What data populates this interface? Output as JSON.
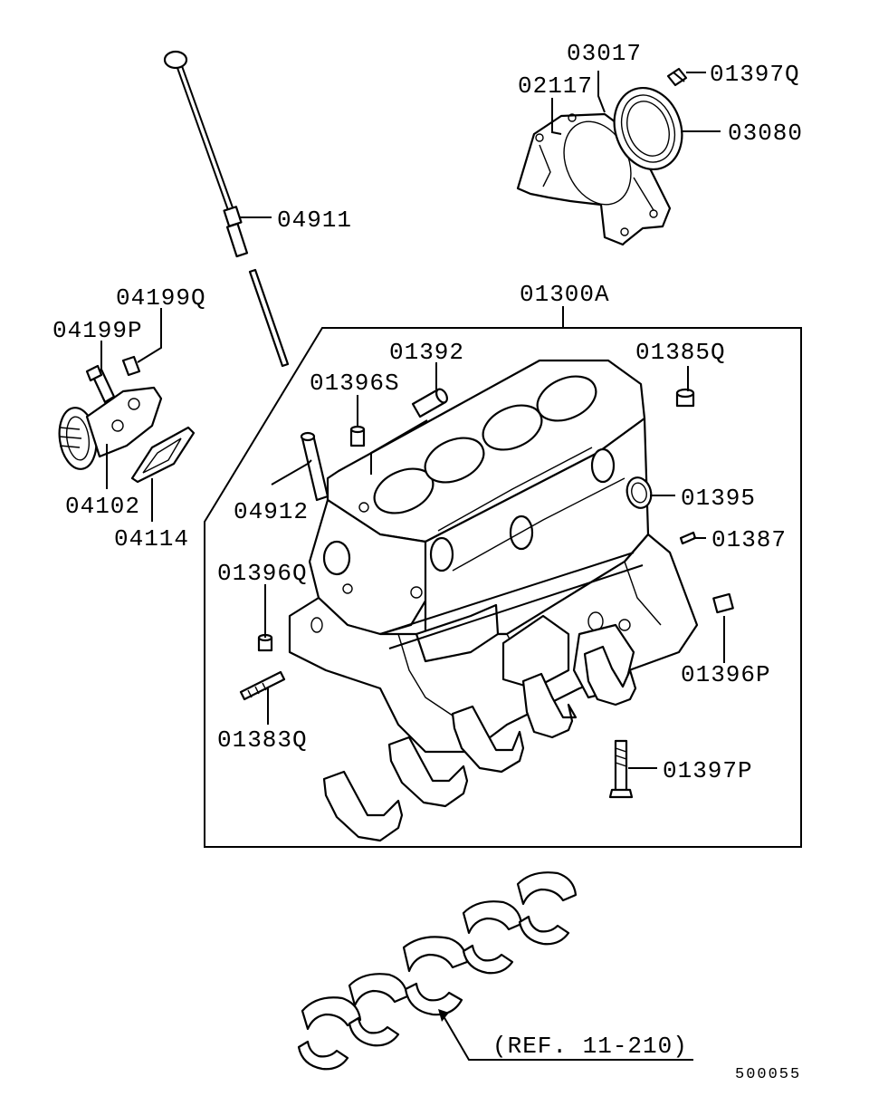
{
  "diagram": {
    "labels": {
      "p03017": "03017",
      "p01397Q": "01397Q",
      "p02117": "02117",
      "p03080": "03080",
      "p04911": "04911",
      "p04199Q": "04199Q",
      "p04199P": "04199P",
      "p01300A": "01300A",
      "p01392": "01392",
      "p01385Q": "01385Q",
      "p01396S": "01396S",
      "p04102": "04102",
      "p04114": "04114",
      "p04912": "04912",
      "p01395": "01395",
      "p01387": "01387",
      "p01396Q": "01396Q",
      "p01396P": "01396P",
      "p01383Q": "01383Q",
      "p01397P": "01397P"
    },
    "reference": "(REF. 11-210)",
    "drawing_number": "500055"
  }
}
